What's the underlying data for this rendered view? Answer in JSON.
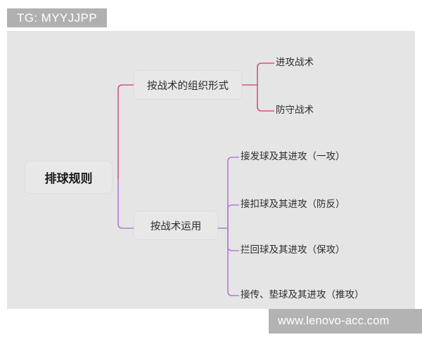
{
  "overlay": {
    "tg_label": "TG: MYYJJPP",
    "watermark": "www.lenovo-acc.com"
  },
  "mindmap": {
    "root": {
      "label": "排球规则"
    },
    "branches": [
      {
        "label": "按战术的组织形式",
        "color": "#d1548a",
        "children": [
          {
            "label": "进攻战术"
          },
          {
            "label": "防守战术"
          }
        ]
      },
      {
        "label": "按战术运用",
        "color": "#b57cd0",
        "children": [
          {
            "label": "接发球及其进攻（一攻）"
          },
          {
            "label": "接扣球及其进攻（防反）"
          },
          {
            "label": "拦回球及其进攻（保攻）"
          },
          {
            "label": "接传、垫球及其进攻（推攻）"
          }
        ]
      }
    ]
  },
  "colors": {
    "canvas_background": "#e5e5e5",
    "page_background": "#ffffff",
    "badge_background": "#b0b0b0",
    "watermark_background": "#b3b3b3",
    "branch_1_line": "#d1548a",
    "branch_2_line": "#b57cd0",
    "node_border": "#dcdcdc",
    "text": "#2b2b2b"
  }
}
